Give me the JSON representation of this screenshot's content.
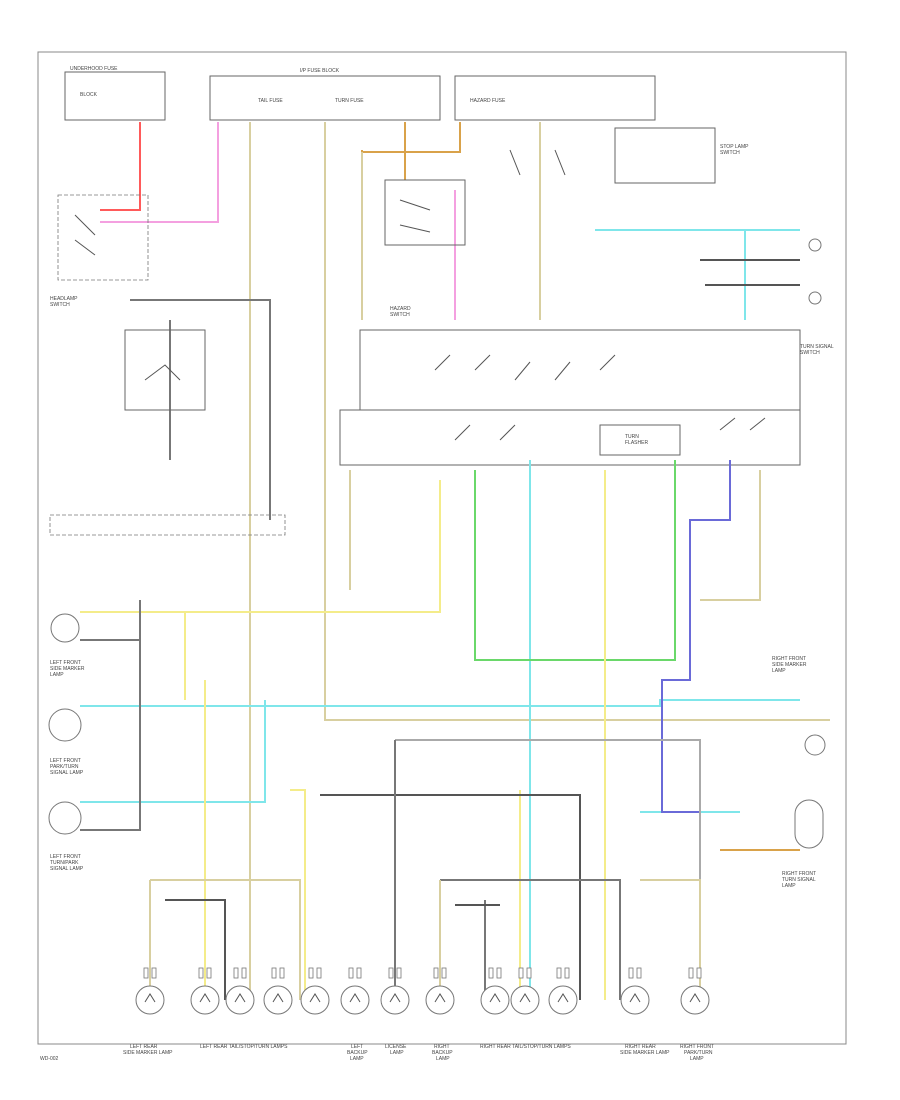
{
  "bottom_labels": {
    "l1a": "LEFT REAR",
    "l1b": "SIDE MARKER LAMP",
    "l2": "LEFT REAR TAIL/STOP/TURN LAMPS",
    "l3a": "LEFT",
    "l3b": "BACKUP",
    "l3c": "LAMP",
    "l4a": "LICENSE",
    "l4b": "LAMP",
    "l5a": "RIGHT",
    "l5b": "BACKUP",
    "l5c": "LAMP",
    "l6": "RIGHT REAR TAIL/STOP/TURN LAMPS",
    "l7a": "RIGHT REAR",
    "l7b": "SIDE MARKER LAMP",
    "l8a": "RIGHT FRONT",
    "l8b": "PARK/TURN",
    "l8c": "LAMP"
  },
  "side_labels": {
    "left_front_a": "LEFT FRONT",
    "left_front_b": "SIDE MARKER",
    "left_front_c": "LAMP",
    "left_park_a": "LEFT FRONT",
    "left_park_b": "PARK/TURN",
    "left_park_c": "SIGNAL LAMP",
    "left_turn_a": "LEFT FRONT",
    "left_turn_b": "TURN/PARK",
    "left_turn_c": "SIGNAL LAMP",
    "right_front_a": "RIGHT FRONT",
    "right_front_b": "SIDE MARKER",
    "right_front_c": "LAMP",
    "right_park_a": "RIGHT FRONT",
    "right_park_b": "TURN SIGNAL",
    "right_park_c": "LAMP"
  },
  "top_labels": {
    "fuse_block_a": "UNDERHOOD FUSE",
    "fuse_block_b": "BLOCK",
    "fuse_panel": "I/P FUSE BLOCK",
    "fuse_a": "TAIL FUSE",
    "fuse_b": "TURN FUSE",
    "fuse_c": "HAZARD FUSE",
    "headlamp_sw_a": "HEADLAMP",
    "headlamp_sw_b": "SWITCH",
    "hazard_sw_a": "HAZARD",
    "hazard_sw_b": "SWITCH",
    "brake_sw_a": "STOP LAMP",
    "brake_sw_b": "SWITCH",
    "flasher_a": "TURN",
    "flasher_b": "FLASHER",
    "multifunction_a": "TURN SIGNAL",
    "multifunction_b": "SWITCH"
  },
  "footer_code": "WD-002"
}
